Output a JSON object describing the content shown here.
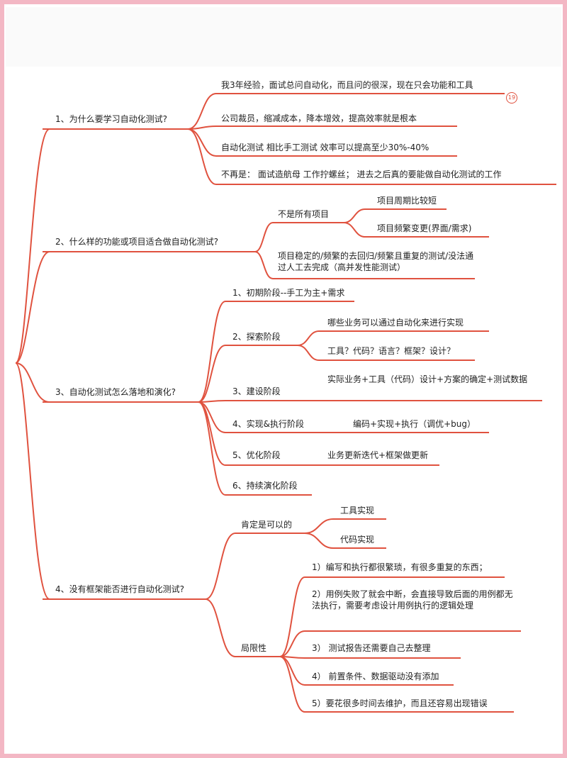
{
  "mindmap": {
    "line_color": "#e0523f",
    "branches": [
      {
        "label": "1、为什么要学习自动化测试?",
        "items": [
          "我3年经验，面试总问自动化，而且问的很深，现在只会功能和工具",
          "公司裁员，缩减成本，降本增效，提高效率就是根本",
          "自动化测试 相比手工测试 效率可以提高至少30%-40%",
          "不再是：  面试造航母  工作拧螺丝；  进去之后真的要能做自动化测试的工作"
        ],
        "badge": "19"
      },
      {
        "label": "2、什么样的功能或项目适合做自动化测试?",
        "not_all": "不是所有项目",
        "not_all_items": [
          "项目周期比较短",
          "项目频繁变更(界面/需求)"
        ],
        "stable": "项目稳定的/频繁的去回归/频繁且重复的测试/没法通过人工去完成（高并发性能测试）"
      },
      {
        "label": "3、自动化测试怎么落地和演化?",
        "stages": [
          "1、初期阶段--手工为主+需求",
          "2、探索阶段",
          "3、建设阶段",
          "4、实现&执行阶段",
          "5、优化阶段",
          "6、持续演化阶段"
        ],
        "explore_items": [
          "哪些业务可以通过自动化来进行实现",
          "工具？代码？语言？框架？设计？"
        ],
        "build_note": "实际业务+工具（代码）设计+方案的确定+测试数据",
        "exec_note": "编码+实现+执行（调优+bug）",
        "optimize_note": "业务更新迭代+框架做更新"
      },
      {
        "label": "4、没有框架能否进行自动化测试?",
        "yes": "肯定是可以的",
        "yes_items": [
          "工具实现",
          "代码实现"
        ],
        "limits": "局限性",
        "limit_items": [
          "1）编写和执行都很繁琐，有很多重复的东西；",
          "2）用例失败了就会中断，会直接导致后面的用例都无法执行，需要考虑设计用例执行的逻辑处理",
          "3）  测试报告还需要自己去整理",
          "4）  前置条件、数据驱动没有添加",
          "5）要花很多时间去维护，而且还容易出现错误"
        ]
      }
    ]
  }
}
